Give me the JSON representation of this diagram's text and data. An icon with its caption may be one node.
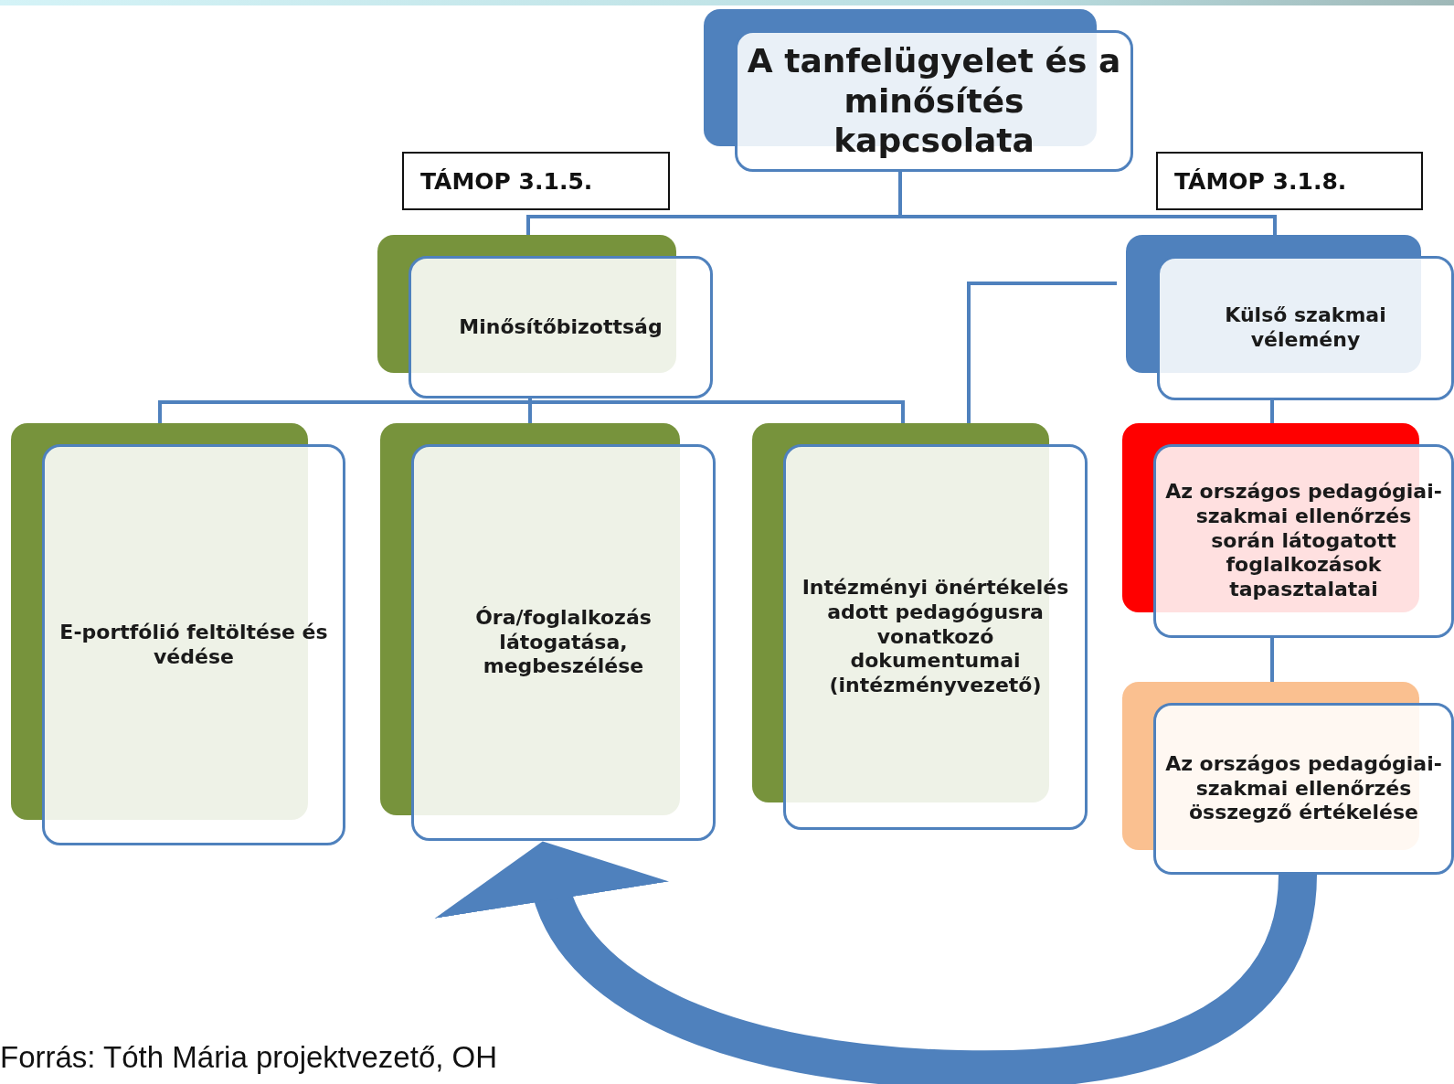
{
  "diagram": {
    "nodes": [
      {
        "text": [
          "A tanfelügyelet és a minősítés kapcsolata"
        ]
      },
      {
        "text": [
          "TÁMOP 3.1.5."
        ]
      },
      {
        "text": [
          "TÁMOP 3.1.8."
        ]
      },
      {
        "text": [
          "Minősítőbizottság"
        ]
      },
      {
        "text": [
          "Külső szakmai vélemény"
        ]
      },
      {
        "text": [
          "E-portfólió feltöltése és védése"
        ]
      },
      {
        "text": [
          "Óra/foglalkozás látogatása, megbeszélése"
        ]
      },
      {
        "text": [
          "Intézményi önértékelés adott pedagógusra vonatkozó dokumentumai (intézményvezető)"
        ]
      },
      {
        "text": [
          "Az országos pedagógiai-szakmai ellenőrzés során látogatott foglalkozások tapasztalatai"
        ]
      },
      {
        "text": [
          "Az országos pedagógiai-szakmai ellenőrzés összegző értékelése"
        ]
      }
    ],
    "edges": [
      {
        "from": 0,
        "to": 3,
        "arrow": "none"
      },
      {
        "from": 0,
        "to": 4,
        "arrow": "none"
      },
      {
        "from": 3,
        "to": 5,
        "arrow": "none"
      },
      {
        "from": 3,
        "to": 6,
        "arrow": "none"
      },
      {
        "from": 3,
        "to": 7,
        "arrow": "none"
      },
      {
        "from": 4,
        "to": 7,
        "arrow": "none"
      },
      {
        "from": 4,
        "to": 8,
        "arrow": "none"
      },
      {
        "from": 8,
        "to": 9,
        "arrow": "none"
      },
      {
        "from": 9,
        "to": 6,
        "arrow": "to",
        "style": "thick"
      }
    ],
    "labels": [
      "Forrás: Tóth Mária projektvezető, OH"
    ]
  }
}
